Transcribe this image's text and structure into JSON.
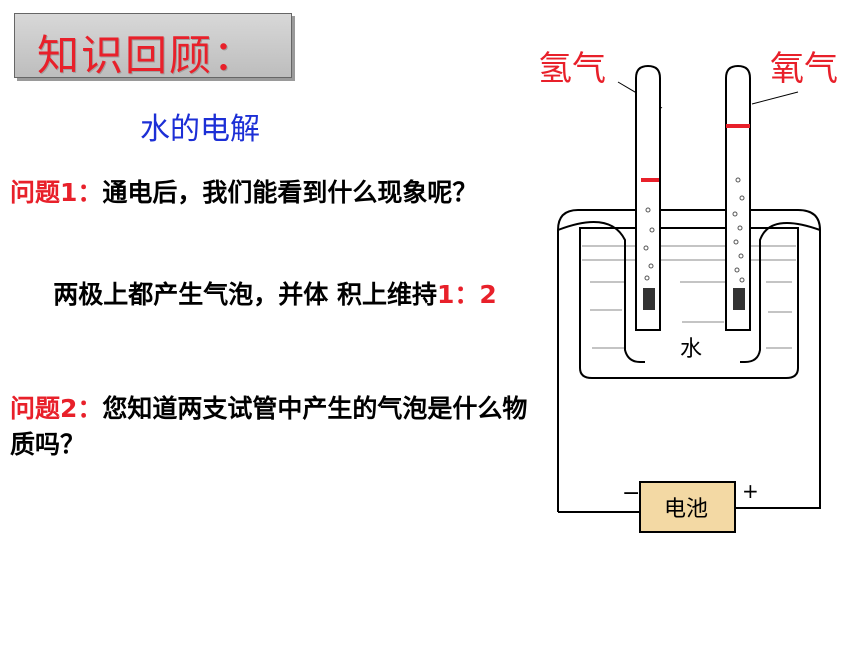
{
  "header": {
    "title": "知识回顾："
  },
  "topic": "水的电解",
  "question1": {
    "label": "问题1：",
    "text": "通电后，我们能看到什么现象呢？"
  },
  "answer1": {
    "text": "两极上都产生气泡，并体 积上维持",
    "ratio": "1：2"
  },
  "question2": {
    "label": "问题2：",
    "text": "您知道两支试管中产生的气泡是什么物质吗？"
  },
  "diagram": {
    "left_gas_label": "氢气",
    "right_gas_label": "氧气",
    "water_label": "水",
    "battery_label": "电池",
    "negative_sign": "−",
    "positive_sign": "+"
  }
}
